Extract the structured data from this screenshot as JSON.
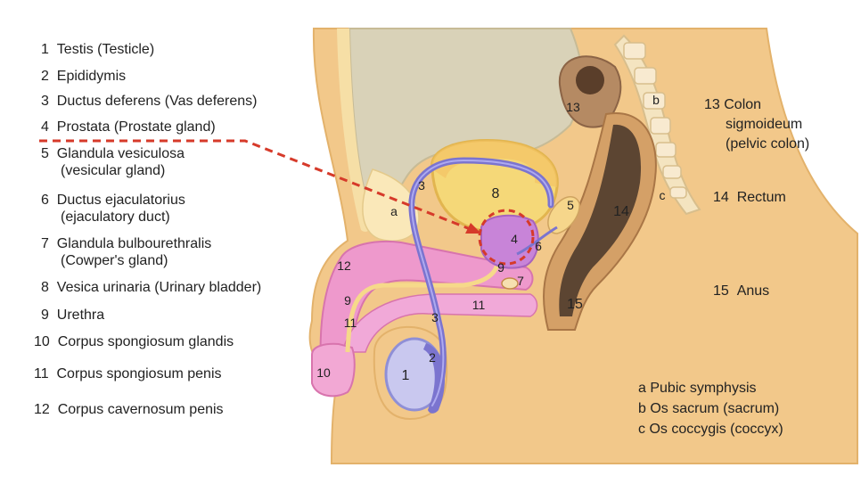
{
  "legend_left": [
    {
      "num": "1",
      "text": "Testis (Testicle)"
    },
    {
      "num": "2",
      "text": "Epididymis"
    },
    {
      "num": "3",
      "text": "Ductus deferens (Vas deferens)"
    },
    {
      "num": "4",
      "text": "Prostata (Prostate gland)"
    },
    {
      "num": "5",
      "text": "Glandula vesiculosa",
      "sub": "(vesicular gland)"
    },
    {
      "num": "6",
      "text": "Ductus ejaculatorius",
      "sub": "(ejaculatory duct)"
    },
    {
      "num": "7",
      "text": "Glandula bulbourethralis",
      "sub": "(Cowper's gland)"
    },
    {
      "num": "8",
      "text": "Vesica urinaria (Urinary bladder)"
    },
    {
      "num": "9",
      "text": "Urethra"
    },
    {
      "num": "10",
      "text": "Corpus spongiosum glandis"
    },
    {
      "num": "11",
      "text": "Corpus spongiosum penis"
    },
    {
      "num": "12",
      "text": "Corpus cavernosum penis"
    }
  ],
  "legend_right": [
    {
      "num": "13",
      "text": "Colon",
      "sub1": "sigmoideum",
      "sub2": "(pelvic colon)"
    },
    {
      "num": "14",
      "text": "Rectum"
    },
    {
      "num": "15",
      "text": "Anus"
    }
  ],
  "legend_letters": [
    {
      "num": "a",
      "text": "Pubic symphysis"
    },
    {
      "num": "b",
      "text": "Os sacrum (sacrum)"
    },
    {
      "num": "c",
      "text": "Os coccygis (coccyx)"
    }
  ],
  "diagram_labels": {
    "l1": "1",
    "l2": "2",
    "l3a": "3",
    "l3b": "3",
    "l4": "4",
    "l5": "5",
    "l6": "6",
    "l7": "7",
    "l8": "8",
    "l9a": "9",
    "l9b": "9",
    "l10": "10",
    "l11a": "11",
    "l11b": "11",
    "l12": "12",
    "l13": "13",
    "l14": "14",
    "l15": "15",
    "la": "a",
    "lb": "b",
    "lc": "c"
  },
  "colors": {
    "skin": "#f2c88a",
    "bladder": "#f5d878",
    "vas": "#7b74cf",
    "prostate": "#c884d8",
    "penis": "#ee99cc",
    "rectum": "#5c4532",
    "arrow": "#d63a2a"
  }
}
